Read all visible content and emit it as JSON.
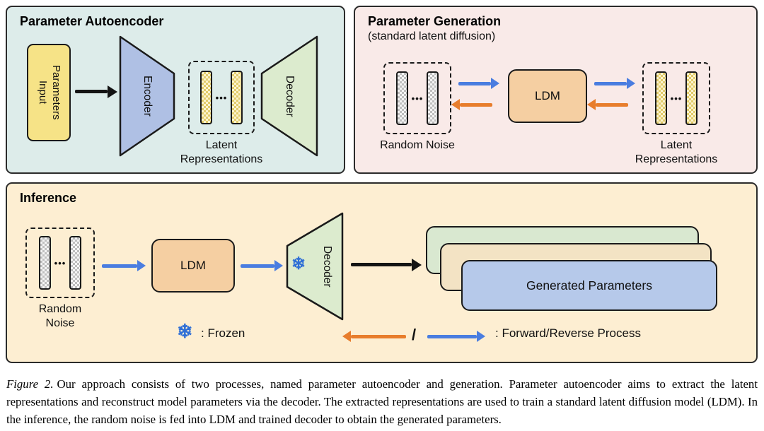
{
  "figure": {
    "ellipsis": "•••",
    "autoencoder": {
      "title": "Parameter Autoencoder",
      "input_label_line1": "Input",
      "input_label_line2": "Parameters",
      "encoder_label": "Encoder",
      "decoder_label": "Decoder",
      "latent_label": "Latent Representations"
    },
    "generation": {
      "title": "Parameter Generation",
      "subtitle": "(standard latent diffusion)",
      "noise_label": "Random Noise",
      "ldm_label": "LDM",
      "latent_label": "Latent Representations"
    },
    "inference": {
      "title": "Inference",
      "noise_label": "Random Noise",
      "ldm_label": "LDM",
      "decoder_label": "Decoder",
      "snowflake_icon": "❄",
      "generated_label": "Generated Parameters"
    },
    "legend": {
      "snowflake_icon": "❄",
      "frozen_label": ": Frozen",
      "separator": "/",
      "process_label": ": Forward/Reverse Process"
    }
  },
  "caption": {
    "label": "Figure 2.",
    "text": "Our approach consists of two processes, named parameter autoencoder and generation. Parameter autoencoder aims to extract the latent representations and reconstruct model parameters via the decoder. The extracted representations are used to train a standard latent diffusion model (LDM). In the inference, the random noise is fed into LDM and trained decoder to obtain the generated parameters."
  },
  "colors": {
    "autoencoder_panel_bg": "#ddecea",
    "generation_panel_bg": "#f9eae8",
    "inference_panel_bg": "#fdeed2",
    "input_box_fill": "#f6e387",
    "encoder_fill": "#afc0e4",
    "decoder_fill": "#dcebce",
    "ldm_fill": "#f5cfa2",
    "generated_front_fill": "#b6c9ea",
    "generated_mid_fill": "#f3e3c4",
    "generated_back_fill": "#d9e8d0",
    "forward_process_arrow": "#e87d2c",
    "reverse_process_arrow": "#4a7de0",
    "snowflake_blue": "#2f6fd6"
  }
}
